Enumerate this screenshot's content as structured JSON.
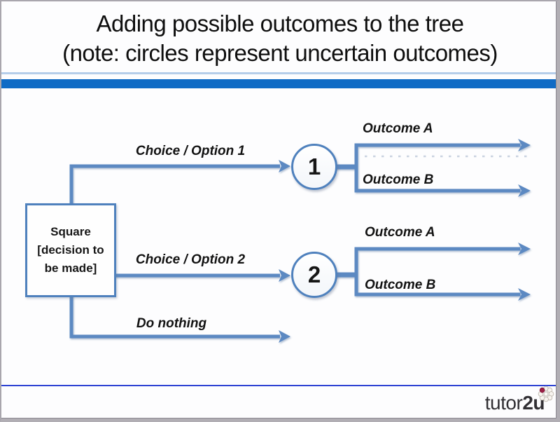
{
  "slide": {
    "title_line1": "Adding possible outcomes to the tree",
    "title_line2": "(note: circles represent uncertain outcomes)"
  },
  "diagram": {
    "square_node": {
      "line1": "Square",
      "line2": "[decision to",
      "line3": "be made]"
    },
    "branch_option1_label": "Choice / Option 1",
    "branch_option2_label": "Choice / Option 2",
    "branch_do_nothing_label": "Do nothing",
    "chance_node1_label": "1",
    "chance_node2_label": "2",
    "node1_outcome_a_label": "Outcome A",
    "node1_outcome_b_label": "Outcome B",
    "node2_outcome_a_label": "Outcome A",
    "node2_outcome_b_label": "Outcome B"
  },
  "footer": {
    "brand_part1": "tutor",
    "brand_part2": "2u"
  },
  "colors": {
    "connector_blue": "#5b89c2",
    "shape_border_blue": "#4f81bd",
    "header_bar_blue": "#0f6bc5",
    "header_rule_light_blue": "#b5cde9",
    "footer_rule_blue": "#2e43d3",
    "brand_petal_red": "#9c1f45"
  }
}
